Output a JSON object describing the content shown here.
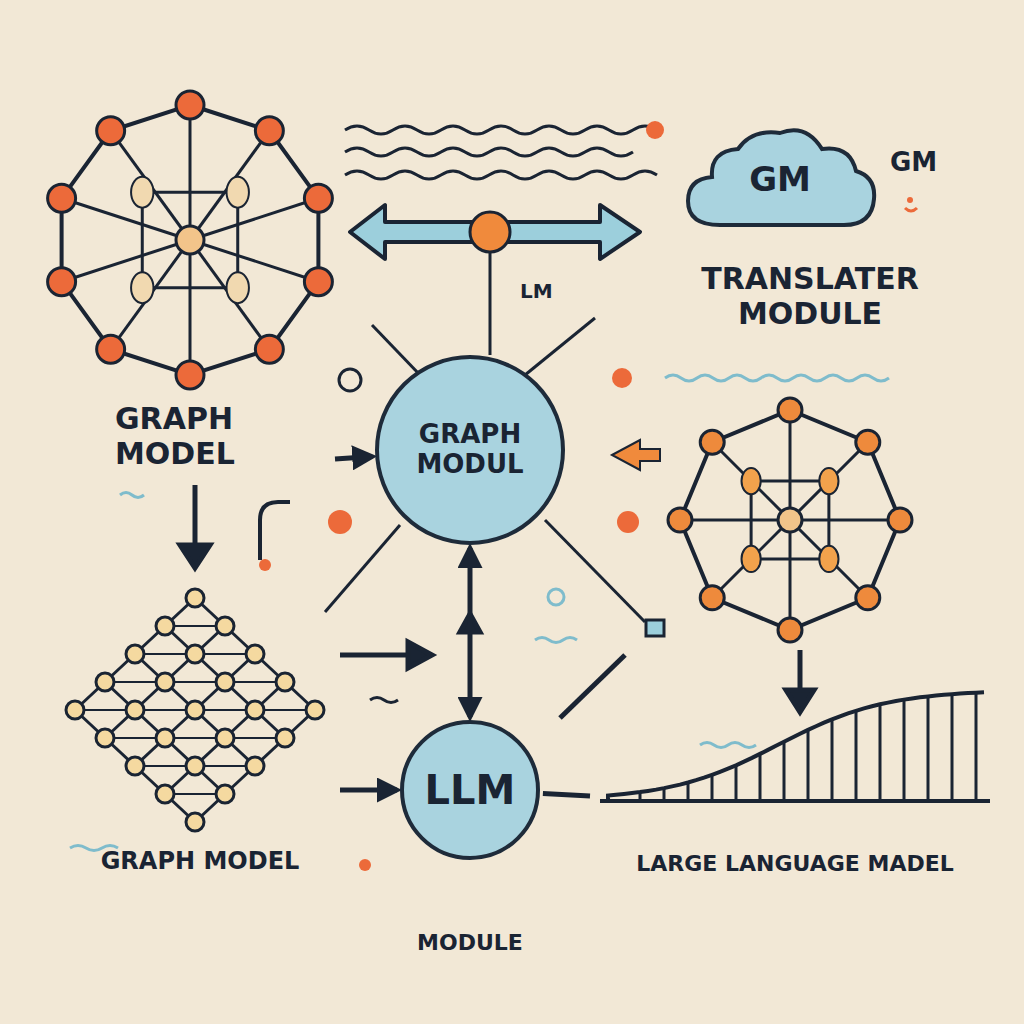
{
  "diagram": {
    "nodes": [
      {
        "text": [
          "GRAPH MODEL"
        ]
      },
      {
        "text": [
          "GM"
        ]
      },
      {
        "text": [
          "GRAPH MODUL"
        ]
      },
      {
        "text": [
          "GRAPH MODEL"
        ]
      },
      {
        "text": [
          "LLM"
        ]
      },
      {
        "text": [
          "LARGE LANGUAGE MADEL"
        ]
      }
    ],
    "edges": [
      {
        "from": 0,
        "to": 2,
        "arrow": "to"
      },
      {
        "from": 2,
        "to": 4,
        "arrow": "both"
      },
      {
        "from": 3,
        "to": 4,
        "arrow": "to"
      },
      {
        "from": 4,
        "to": 5,
        "arrow": "none"
      }
    ],
    "labels": [
      "GM",
      "TRANSLATER MODULE",
      "LM",
      "MODULE"
    ]
  }
}
